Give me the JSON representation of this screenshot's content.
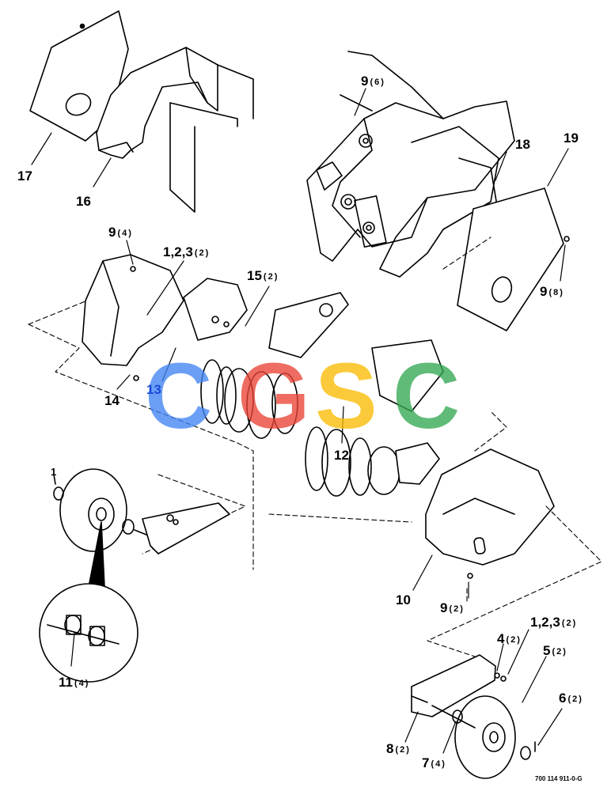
{
  "callouts": [
    {
      "id": "17",
      "num": "17",
      "qty": ""
    },
    {
      "id": "16",
      "num": "16",
      "qty": ""
    },
    {
      "id": "9a",
      "num": "9",
      "qty": "(6)"
    },
    {
      "id": "18",
      "num": "18",
      "qty": ""
    },
    {
      "id": "19",
      "num": "19",
      "qty": ""
    },
    {
      "id": "9b",
      "num": "9",
      "qty": "(8)"
    },
    {
      "id": "9c",
      "num": "9",
      "qty": "(4)"
    },
    {
      "id": "123a",
      "num": "1,2,3",
      "qty": "(2)"
    },
    {
      "id": "15",
      "num": "15",
      "qty": "(2)"
    },
    {
      "id": "13",
      "num": "13",
      "qty": ""
    },
    {
      "id": "14",
      "num": "14",
      "qty": ""
    },
    {
      "id": "12",
      "num": "12",
      "qty": ""
    },
    {
      "id": "10",
      "num": "10",
      "qty": ""
    },
    {
      "id": "9d",
      "num": "9",
      "qty": "(2)"
    },
    {
      "id": "11",
      "num": "11",
      "qty": "(4)"
    },
    {
      "id": "123b",
      "num": "1,2,3",
      "qty": "(2)"
    },
    {
      "id": "4",
      "num": "4",
      "qty": "(2)"
    },
    {
      "id": "5",
      "num": "5",
      "qty": "(2)"
    },
    {
      "id": "6",
      "num": "6",
      "qty": "(2)"
    },
    {
      "id": "8",
      "num": "8",
      "qty": "(2)"
    },
    {
      "id": "7",
      "num": "7",
      "qty": "(4)"
    },
    {
      "id": "1",
      "num": "1",
      "qty": ""
    }
  ],
  "watermark": {
    "letters": [
      "C",
      "G",
      "S",
      "C"
    ],
    "colors": [
      "#4285f4",
      "#ea4335",
      "#fbbc05",
      "#34a853"
    ]
  },
  "footer_code": "700 114 911-0-G"
}
